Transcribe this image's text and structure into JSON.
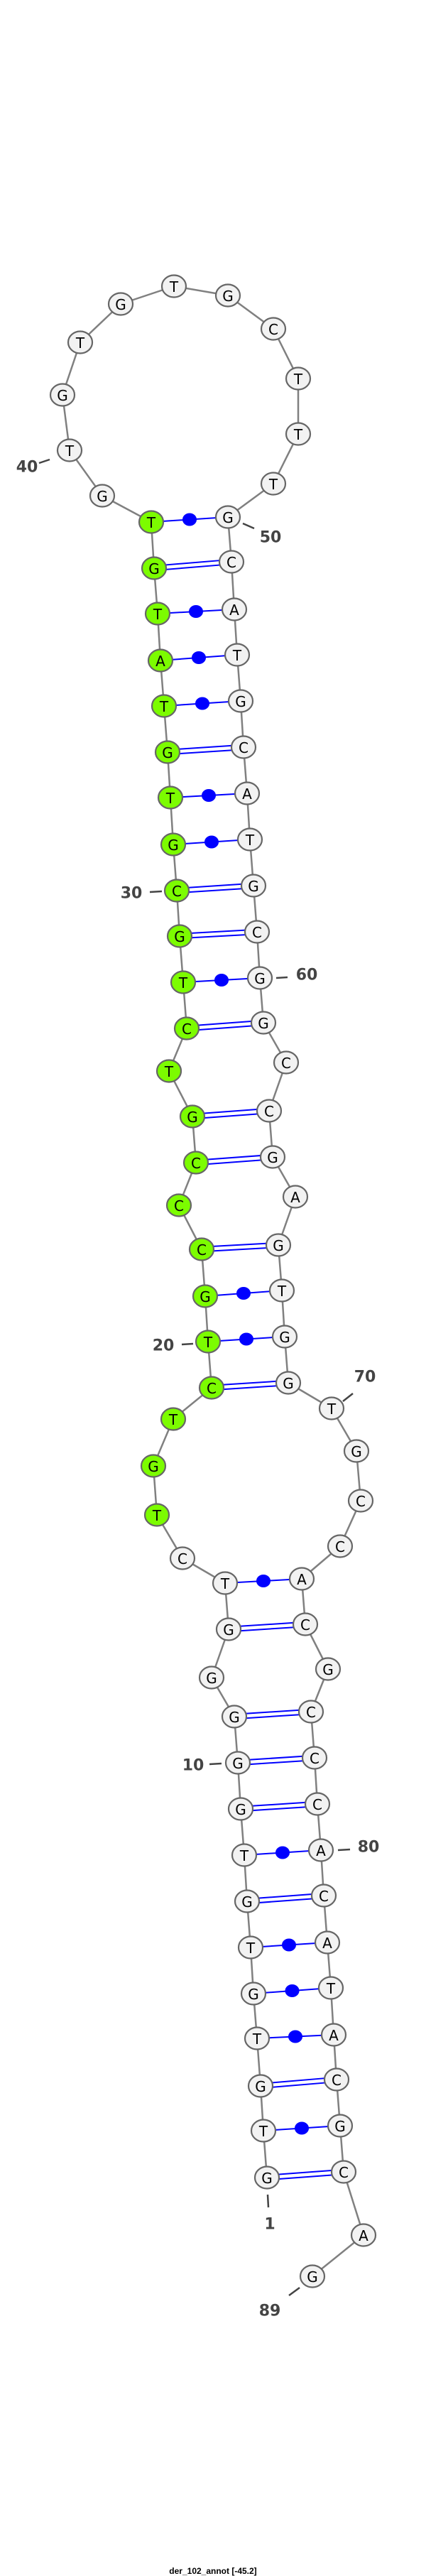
{
  "title": "der_102_annot [-45.2]",
  "colors": {
    "highlight": "#7cfc00",
    "base_fill": "#f2f2f2",
    "pair": "#0000ff",
    "backbone": "#808080"
  },
  "sequence": "GTGTGTGTGGGGGTCTGTCTGCCCGTCTGCGTGTATGTGTGTGTGCTTTGCATGCATGCGGCCGAGTGGTGCCACGCCCACATACGCAG",
  "highlight_range": [
    16,
    38
  ],
  "pairs": [
    {
      "i": 1,
      "j": 87,
      "type": "canonical"
    },
    {
      "i": 2,
      "j": 86,
      "type": "weak"
    },
    {
      "i": 3,
      "j": 85,
      "type": "canonical"
    },
    {
      "i": 4,
      "j": 84,
      "type": "weak"
    },
    {
      "i": 5,
      "j": 83,
      "type": "weak"
    },
    {
      "i": 6,
      "j": 82,
      "type": "weak"
    },
    {
      "i": 7,
      "j": 81,
      "type": "canonical"
    },
    {
      "i": 8,
      "j": 80,
      "type": "weak"
    },
    {
      "i": 9,
      "j": 79,
      "type": "canonical"
    },
    {
      "i": 10,
      "j": 78,
      "type": "canonical"
    },
    {
      "i": 11,
      "j": 77,
      "type": "canonical"
    },
    {
      "i": 13,
      "j": 75,
      "type": "canonical"
    },
    {
      "i": 14,
      "j": 74,
      "type": "weak"
    },
    {
      "i": 19,
      "j": 69,
      "type": "canonical"
    },
    {
      "i": 20,
      "j": 68,
      "type": "weak"
    },
    {
      "i": 21,
      "j": 67,
      "type": "weak"
    },
    {
      "i": 22,
      "j": 66,
      "type": "canonical"
    },
    {
      "i": 24,
      "j": 64,
      "type": "canonical"
    },
    {
      "i": 25,
      "j": 63,
      "type": "canonical"
    },
    {
      "i": 27,
      "j": 61,
      "type": "canonical"
    },
    {
      "i": 28,
      "j": 60,
      "type": "weak"
    },
    {
      "i": 29,
      "j": 59,
      "type": "canonical"
    },
    {
      "i": 30,
      "j": 58,
      "type": "canonical"
    },
    {
      "i": 31,
      "j": 57,
      "type": "weak"
    },
    {
      "i": 32,
      "j": 56,
      "type": "weak"
    },
    {
      "i": 33,
      "j": 55,
      "type": "canonical"
    },
    {
      "i": 34,
      "j": 54,
      "type": "weak"
    },
    {
      "i": 35,
      "j": 53,
      "type": "weak"
    },
    {
      "i": 36,
      "j": 52,
      "type": "weak"
    },
    {
      "i": 37,
      "j": 51,
      "type": "canonical"
    },
    {
      "i": 38,
      "j": 50,
      "type": "weak"
    }
  ],
  "position_labels": [
    "1",
    "10",
    "20",
    "30",
    "40",
    "50",
    "60",
    "70",
    "80",
    "89"
  ]
}
